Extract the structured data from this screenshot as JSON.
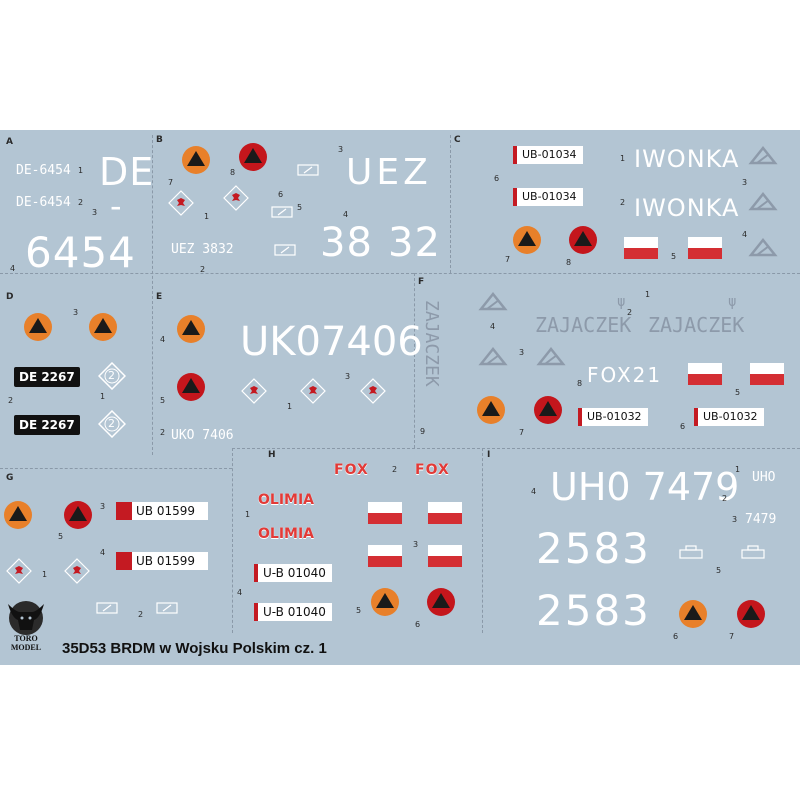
{
  "title": "35D53  BRDM w Wojsku Polskim  cz. 1",
  "logo_text": "TORO MODEL",
  "colors": {
    "background": "#b3c5d3",
    "orange": "#e8802a",
    "red": "#c4161c",
    "flag_red": "#d42e33"
  },
  "sections": {
    "a": {
      "letter": "A",
      "n1": "1",
      "n2": "2",
      "n3": "3",
      "n4": "4",
      "small1": "DE-6454",
      "small2": "DE-6454",
      "big_de": "DE",
      "big_dash": "-",
      "big_num": "6454"
    },
    "b": {
      "letter": "B",
      "n1": "1",
      "n2": "2",
      "n3": "3",
      "n4": "4",
      "n5": "5",
      "n6": "6",
      "n7": "7",
      "n8": "8",
      "big_uez": "UEZ",
      "big_38": "38",
      "big_32": "32",
      "small": "UEZ 3832"
    },
    "c": {
      "letter": "C",
      "n1": "1",
      "n2": "2",
      "n3": "3",
      "n4": "4",
      "n5": "5",
      "n6": "6",
      "n7": "7",
      "n8": "8",
      "plate1": "UB-01034",
      "plate2": "UB-01034",
      "name1": "IWONKA",
      "name2": "IWONKA"
    },
    "d": {
      "letter": "D",
      "n1": "1",
      "n2": "2",
      "n3": "3",
      "plate1": "DE 2267",
      "plate2": "DE 2267",
      "dia": "2"
    },
    "e": {
      "letter": "E",
      "n1": "1",
      "n2": "2",
      "n3": "3",
      "n4": "4",
      "n5": "5",
      "big": "UK07406",
      "small": "UKO 7406"
    },
    "f": {
      "letter": "F",
      "n1": "1",
      "n2": "2",
      "n3": "3",
      "n4": "4",
      "n5": "5",
      "n6": "6",
      "n7": "7",
      "n8": "8",
      "n9": "9",
      "vert": "ZAJACZEK",
      "name1": "ZAJACZEK",
      "name2": "ZAJACZEK",
      "fox": "FOX21",
      "plate1": "UB-01032",
      "plate2": "UB-01032"
    },
    "g": {
      "letter": "G",
      "n1": "1",
      "n2": "2",
      "n3": "3",
      "n4": "4",
      "n5": "5",
      "plate1": "UB 01599",
      "plate2": "UB 01599"
    },
    "h": {
      "letter": "H",
      "n1": "1",
      "n2": "2",
      "n3": "3",
      "n4": "4",
      "n5": "5",
      "n6": "6",
      "fox1": "FOX",
      "fox2": "FOX",
      "olimia1": "OLIMIA",
      "olimia2": "OLIMIA",
      "plate1": "U-B 01040",
      "plate2": "U-B 01040"
    },
    "i": {
      "letter": "I",
      "n1": "1",
      "n2": "2",
      "n3": "3",
      "n4": "4",
      "n5": "5",
      "n6": "6",
      "n7": "7",
      "big": "UH0 7479",
      "small_uho": "UHO",
      "small_num": "7479",
      "big1": "2583",
      "big2": "2583"
    }
  }
}
